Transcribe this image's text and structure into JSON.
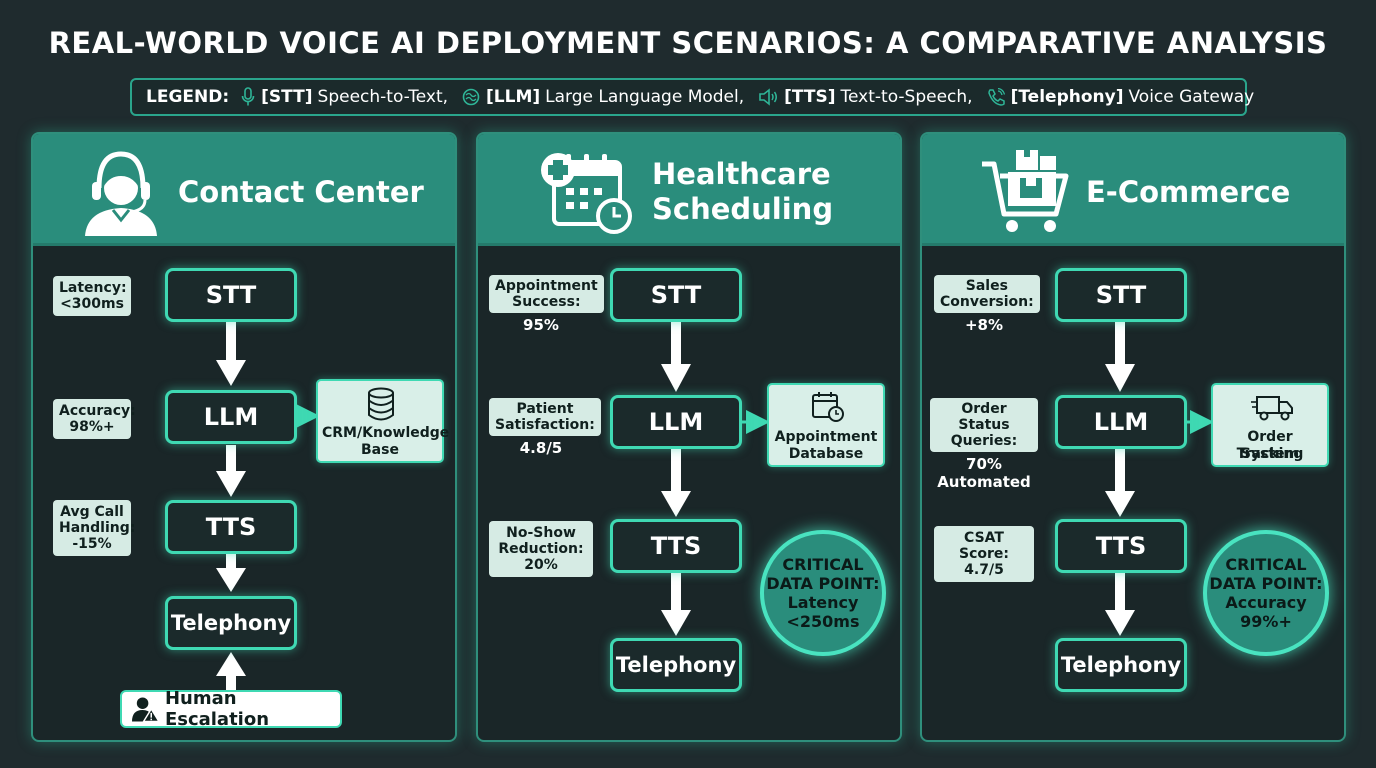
{
  "title": "REAL-WORLD VOICE AI DEPLOYMENT SCENARIOS: A COMPARATIVE ANALYSIS",
  "legend": {
    "heading": "LEGEND:",
    "items": [
      {
        "key": "[STT]",
        "text": "Speech-to-Text,",
        "icon": "microphone-icon"
      },
      {
        "key": "[LLM]",
        "text": "Large Language Model,",
        "icon": "brain-icon"
      },
      {
        "key": "[TTS]",
        "text": "Text-to-Speech,",
        "icon": "speaker-icon"
      },
      {
        "key": "[Telephony]",
        "text": "Voice Gateway",
        "icon": "phone-icon"
      }
    ]
  },
  "colors": {
    "background": "#1f2b2e",
    "header": "#2a8d7c",
    "accent": "#3fd9b3",
    "label_bg": "#d6ebe4"
  },
  "panels": {
    "contact": {
      "title": "Contact Center",
      "icon": "headset-agent-icon",
      "nodes": {
        "stt": "STT",
        "llm": "LLM",
        "tts": "TTS",
        "telephony": "Telephony"
      },
      "metrics": [
        {
          "label": "Latency:",
          "value": "<300ms"
        },
        {
          "label": "Accuracy:",
          "value": "98%+"
        },
        {
          "label": "Avg Call Handling:",
          "value": "-15%"
        }
      ],
      "side": "CRM/Knowledge Base",
      "escalation": "Human Escalation"
    },
    "healthcare": {
      "title_line1": "Healthcare",
      "title_line2": "Scheduling",
      "icon": "medical-calendar-icon",
      "nodes": {
        "stt": "STT",
        "llm": "LLM",
        "tts": "TTS",
        "telephony": "Telephony"
      },
      "metrics": [
        {
          "label_line1": "Appointment",
          "label_line2": "Success:",
          "value": "95%"
        },
        {
          "label_line1": "Patient",
          "label_line2": "Satisfaction:",
          "value": "4.8/5"
        },
        {
          "label_line1": "No-Show",
          "label_line2": "Reduction:",
          "value": "20%"
        }
      ],
      "side_line1": "Appointment",
      "side_line2": "Database",
      "critical": {
        "line1": "CRITICAL",
        "line2": "DATA POINT:",
        "line3": "Latency",
        "line4": "<250ms"
      }
    },
    "ecommerce": {
      "title": "E-Commerce",
      "icon": "shopping-cart-icon",
      "nodes": {
        "stt": "STT",
        "llm": "LLM",
        "tts": "TTS",
        "telephony": "Telephony"
      },
      "metrics": [
        {
          "label_line1": "Sales",
          "label_line2": "Conversion:",
          "value": "+8%"
        },
        {
          "label_line1": "Order Status",
          "label_line2": "Queries:",
          "value_line1": "70%",
          "value_line2": "Automated"
        },
        {
          "label": "CSAT Score:",
          "value": "4.7/5"
        }
      ],
      "side_line1": "Order Tracking",
      "side_line2": "System",
      "critical": {
        "line1": "CRITICAL",
        "line2": "DATA POINT:",
        "line3": "Accuracy",
        "line4": "99%+"
      }
    }
  }
}
